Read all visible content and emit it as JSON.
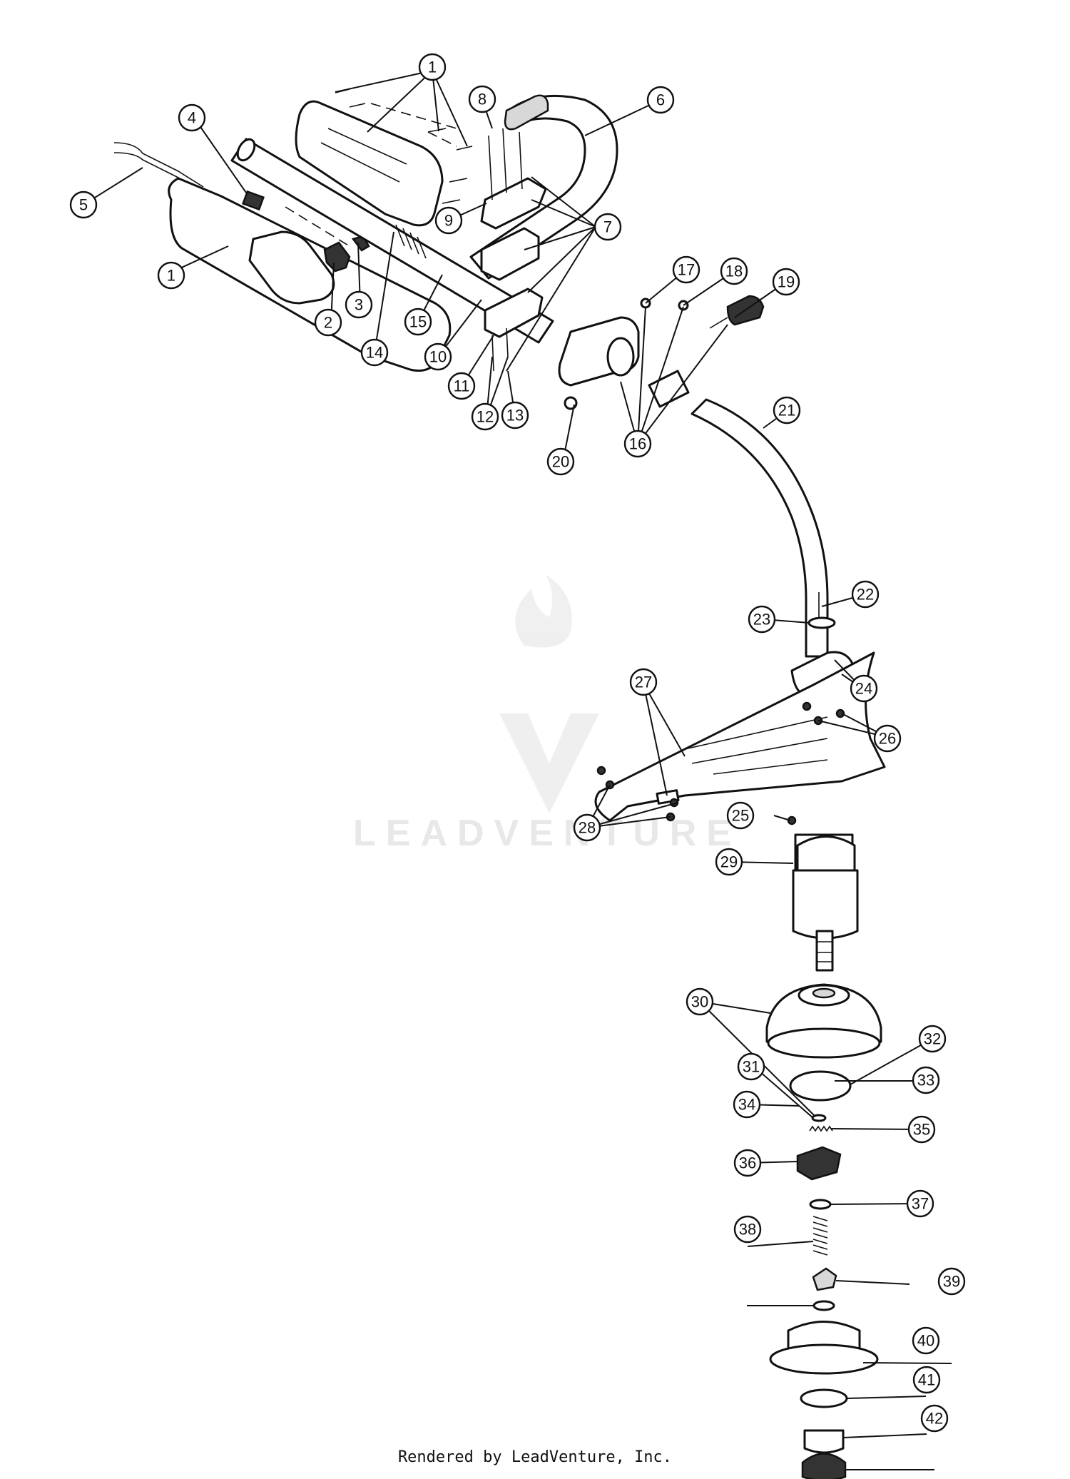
{
  "watermark": {
    "brand": "LEADVENTURE"
  },
  "footer": {
    "credit": "Rendered by LeadVenture, Inc."
  },
  "callouts": [
    "1",
    "1",
    "2",
    "3",
    "4",
    "5",
    "6",
    "7",
    "8",
    "9",
    "10",
    "11",
    "12",
    "13",
    "14",
    "15",
    "16",
    "17",
    "18",
    "19",
    "20",
    "21",
    "22",
    "23",
    "24",
    "25",
    "26",
    "27",
    "28",
    "29",
    "30",
    "31",
    "32",
    "33",
    "34",
    "35",
    "36",
    "37",
    "38",
    "39",
    "40",
    "41",
    "42"
  ]
}
